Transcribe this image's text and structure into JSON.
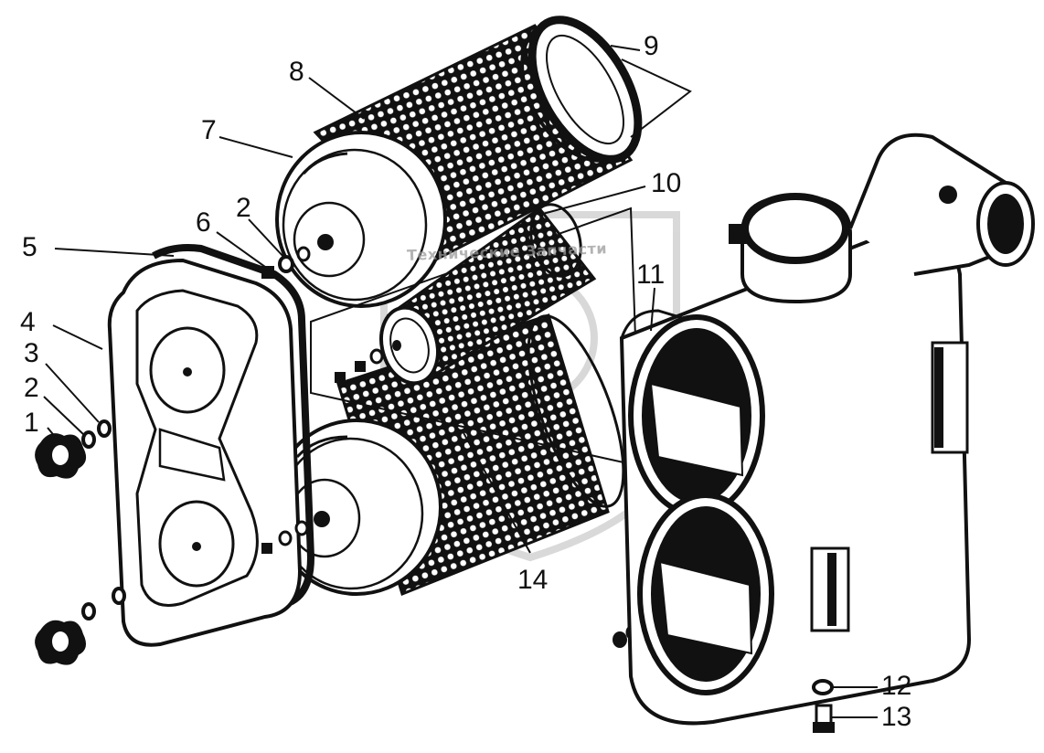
{
  "diagram": {
    "callouts": {
      "c1": "1",
      "c2a": "2",
      "c2b": "2",
      "c3": "3",
      "c4": "4",
      "c5": "5",
      "c6": "6",
      "c7": "7",
      "c8": "8",
      "c9": "9",
      "c10": "10",
      "c11": "11",
      "c12": "12",
      "c13": "13",
      "c14": "14"
    },
    "watermark": "Технические Запчасти",
    "colors": {
      "ink": "#111111",
      "paper": "#ffffff",
      "mesh_dot": "#ffffff",
      "watermark": "#9a9a9a"
    }
  }
}
